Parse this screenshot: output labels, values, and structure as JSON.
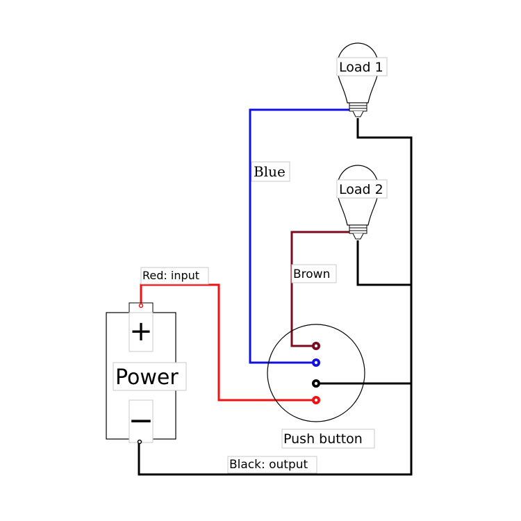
{
  "labels": {
    "load1": "Load 1",
    "load2": "Load 2",
    "blue": "Blue",
    "brown": "Brown",
    "red_input": "Red: input",
    "black_output": "Black: output",
    "power": "Power",
    "plus": "+",
    "minus": "−",
    "push_button": "Push button"
  },
  "colors": {
    "blue_wire": "#1010e0",
    "brown_wire": "#7a0a1e",
    "red_wire": "#ee1111",
    "black_wire": "#000000"
  }
}
